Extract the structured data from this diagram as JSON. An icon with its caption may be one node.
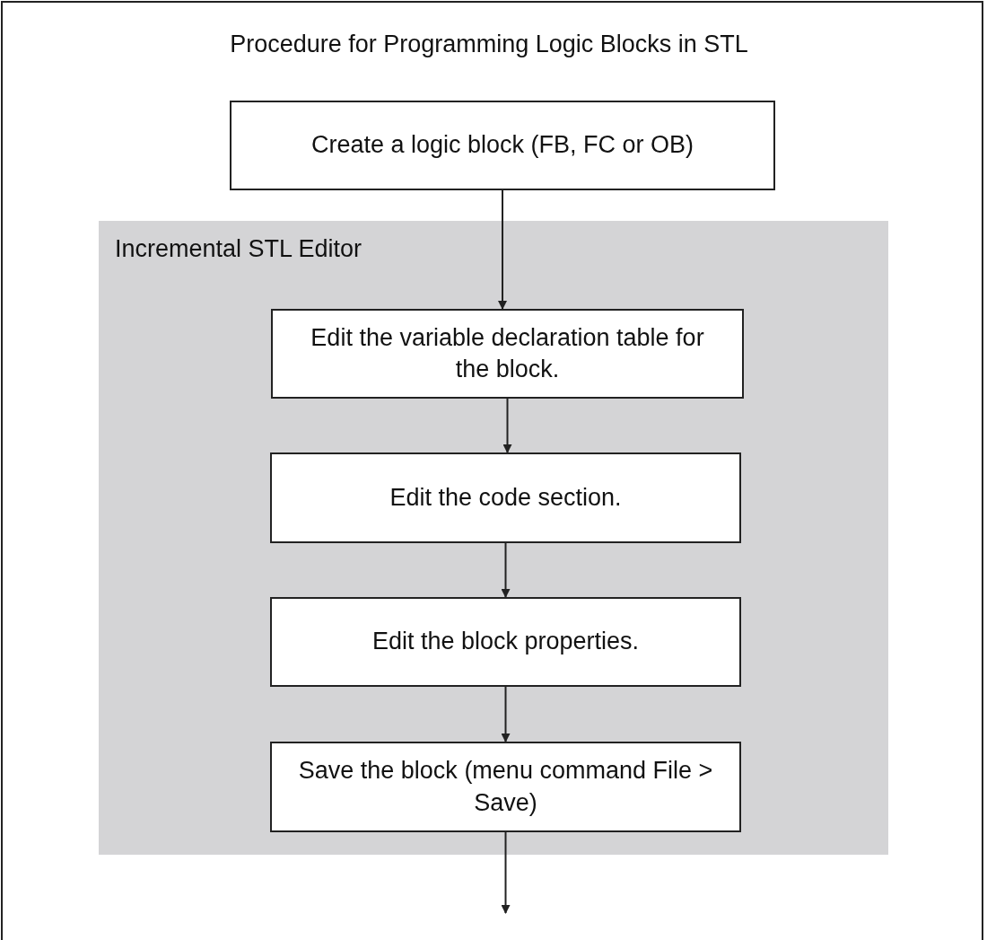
{
  "diagram": {
    "title": "Procedure for Programming Logic Blocks in STL",
    "nodes": [
      {
        "text": [
          "Create a logic block (FB, FC or OB)"
        ]
      },
      {
        "text": [
          "Incremental STL Editor"
        ]
      },
      {
        "text": [
          "Edit the variable declaration table for the block."
        ],
        "in": 1
      },
      {
        "text": [
          "Edit the code section."
        ],
        "in": 1
      },
      {
        "text": [
          "Edit the block properties."
        ],
        "in": 1
      },
      {
        "text": [
          "Save the block (menu command File > Save)"
        ],
        "in": 1
      }
    ],
    "edges": [
      {
        "from": 0,
        "to": 2,
        "arrow": "to"
      },
      {
        "from": 2,
        "to": 3,
        "arrow": "to"
      },
      {
        "from": 3,
        "to": 4,
        "arrow": "to"
      },
      {
        "from": 4,
        "to": 5,
        "arrow": "to"
      },
      {
        "from": 5,
        "to": null,
        "arrow": "to"
      }
    ]
  }
}
